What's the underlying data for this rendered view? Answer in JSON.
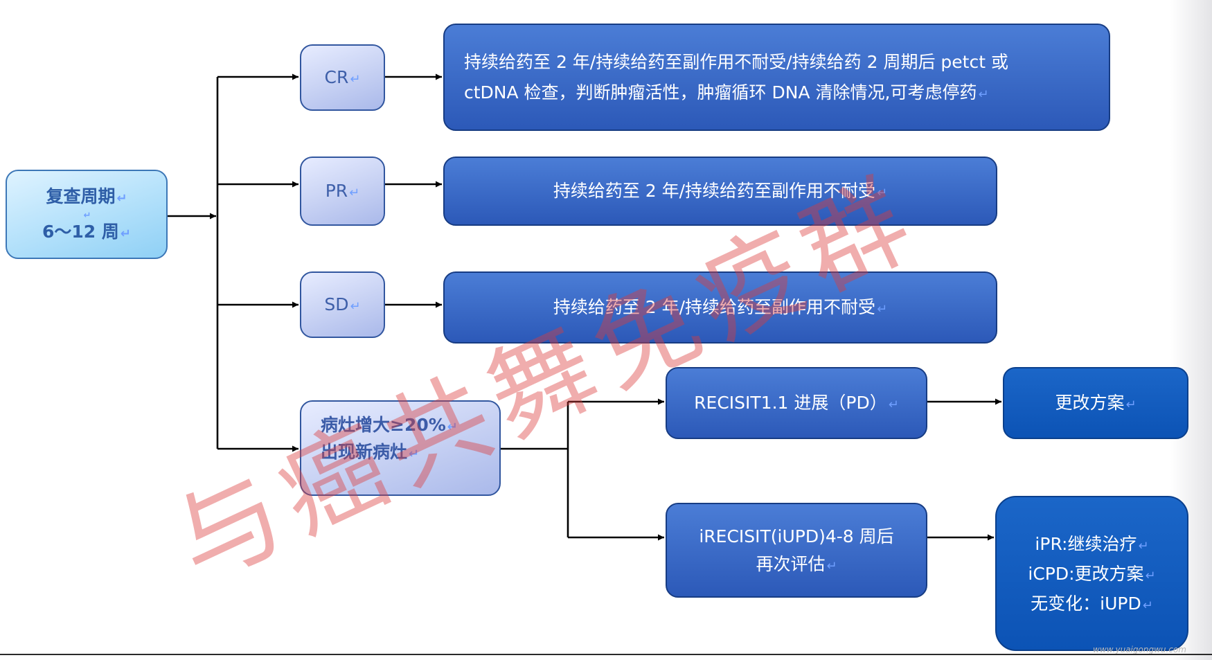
{
  "return_mark": "↵",
  "start": {
    "line1": "复查周期",
    "line2": "6～12 周"
  },
  "responses": {
    "cr": "CR",
    "pr": "PR",
    "sd": "SD"
  },
  "progression": {
    "line1": "病灶增大≥20%",
    "line2": "出现新病灶"
  },
  "actions": {
    "cr": {
      "line1": "持续给药至 2 年/持续给药至副作用不耐受/持续给药 2 周期后 petct 或",
      "line2": "ctDNA 检查，判断肿瘤活性，肿瘤循环 DNA 清除情况,可考虑停药"
    },
    "pr": "持续给药至 2 年/持续给药至副作用不耐受",
    "sd": "持续给药至 2 年/持续给药至副作用不耐受",
    "recist": "RECISIT1.1 进展（PD）",
    "irecist": {
      "line1": "iRECISIT(iUPD)4-8 周后",
      "line2": "再次评估"
    },
    "change_plan": "更改方案",
    "outcomes": [
      "iPR:继续治疗",
      "iCPD:更改方案",
      "无变化：iUPD"
    ]
  },
  "watermark": "与癌共舞免疫群",
  "site": "www.yuaigongwu.com",
  "colors": {
    "action_box": "#2c59b8",
    "response_box": "#c9d3f4",
    "start_box": "#b6e2fb",
    "final_box": "#1560c0",
    "watermark": "#dc3c3c"
  }
}
